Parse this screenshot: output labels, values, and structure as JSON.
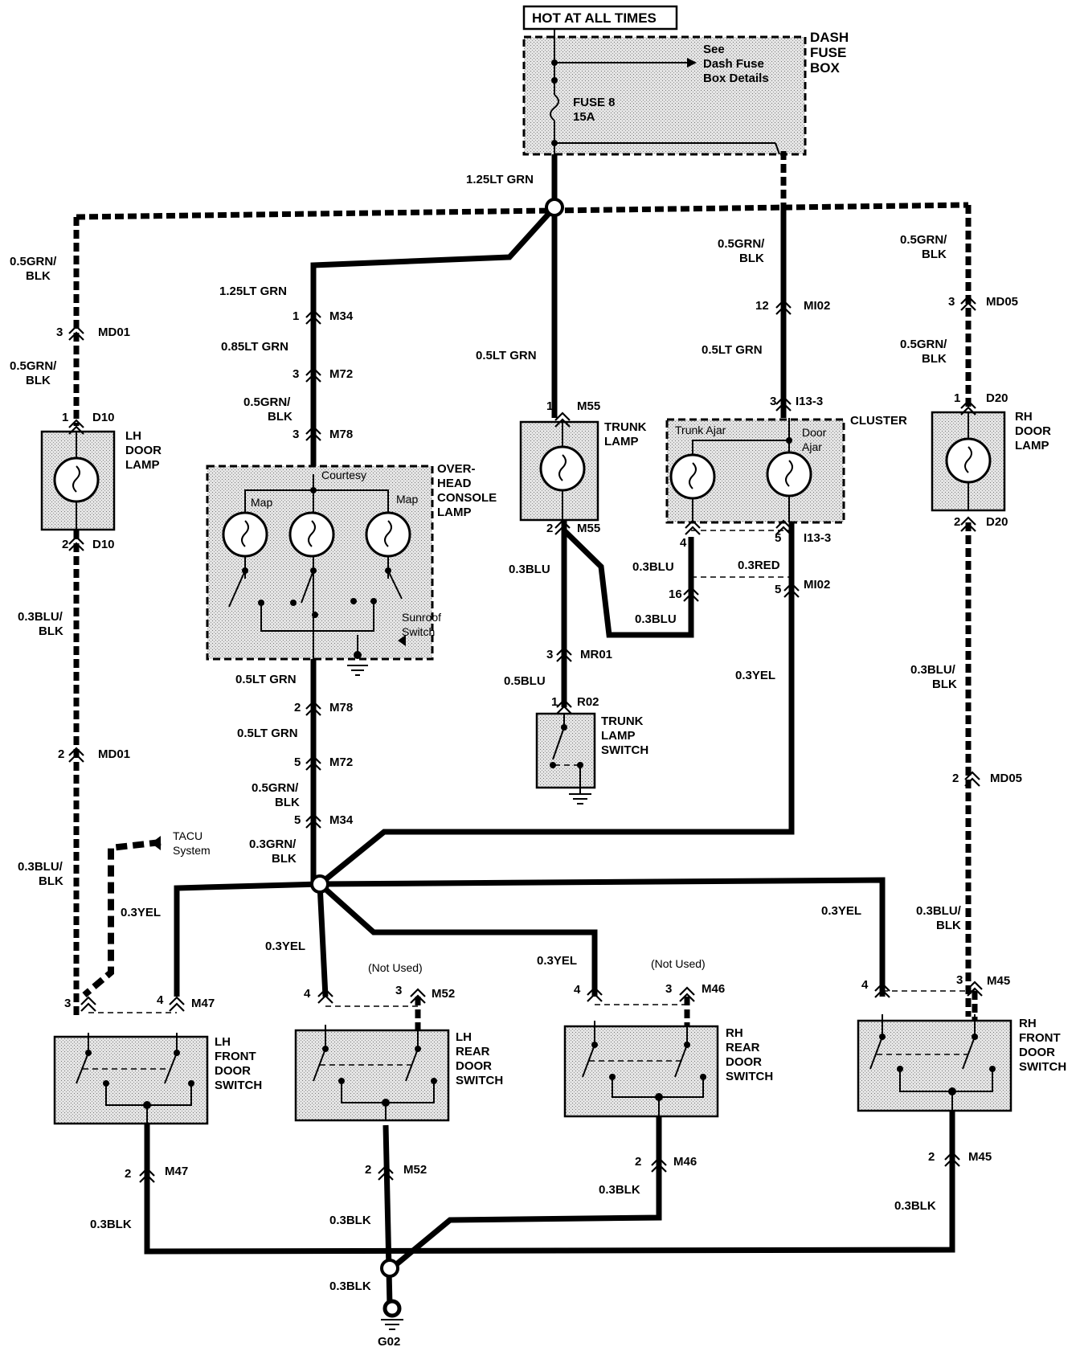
{
  "power": {
    "hot_label": "HOT AT ALL TIMES",
    "dash_fuse_box": [
      "DASH",
      "FUSE",
      "BOX"
    ],
    "see_details": [
      "See",
      "Dash Fuse",
      "Box Details"
    ],
    "fuse": [
      "FUSE 8",
      "15A"
    ]
  },
  "wires": {
    "main_feed": "1.25LT GRN",
    "lh_feed": [
      "0.5GRN/",
      "BLK"
    ],
    "overhead_feed": "1.25LT GRN",
    "overhead_m34": "0.85LT GRN",
    "overhead_m72": [
      "0.5GRN/",
      "BLK"
    ],
    "trunk_feed": "0.5LT GRN",
    "cluster_feed_top": [
      "0.5GRN/",
      "BLK"
    ],
    "cluster_feed": "0.5LT GRN",
    "rh_feed_top": [
      "0.5GRN/",
      "BLK"
    ],
    "rh_feed": [
      "0.5GRN/",
      "BLK"
    ],
    "lh_lamp_out": [
      "0.3BLU/",
      "BLK"
    ],
    "lh_lamp_out2": [
      "0.3BLU/",
      "BLK"
    ],
    "overhead_out": "0.5LT GRN",
    "overhead_out2": "0.5LT GRN",
    "overhead_out3": [
      "0.5GRN/",
      "BLK"
    ],
    "overhead_out4": [
      "0.3GRN/",
      "BLK"
    ],
    "trunk_out": "0.3BLU",
    "trunk_switch_feed": "0.5BLU",
    "cluster_trunk_out": "0.3BLU",
    "cluster_trunk_out2": "0.3BLU",
    "cluster_door_out": "0.3RED",
    "cluster_yel": "0.3YEL",
    "rh_lamp_out": [
      "0.3BLU/",
      "BLK"
    ],
    "rh_lamp_out2": [
      "0.3BLU/",
      "BLK"
    ],
    "yel_lhf": "0.3YEL",
    "yel_lhr": "0.3YEL",
    "yel_rhr": "0.3YEL",
    "yel_rhf": "0.3YEL",
    "blk_lhf": "0.3BLK",
    "blk_lhr": "0.3BLK",
    "blk_rhr": "0.3BLK",
    "blk_rhf": "0.3BLK",
    "blk_ground": "0.3BLK"
  },
  "connectors": {
    "md01": "MD01",
    "m34": "M34",
    "m72": "M72",
    "m78": "M78",
    "m55": "M55",
    "mi02": "MI02",
    "i13_3": "I13-3",
    "md05": "MD05",
    "d10": "D10",
    "d20": "D20",
    "mr01": "MR01",
    "r02": "R02",
    "m47": "M47",
    "m52": "M52",
    "m46": "M46",
    "m45": "M45",
    "g02": "G02"
  },
  "pins": {
    "p1": "1",
    "p2": "2",
    "p3": "3",
    "p4": "4",
    "p5": "5",
    "p12": "12",
    "p16": "16"
  },
  "components": {
    "lh_door_lamp": [
      "LH",
      "DOOR",
      "LAMP"
    ],
    "rh_door_lamp": [
      "RH",
      "DOOR",
      "LAMP"
    ],
    "overhead_console": [
      "OVER-",
      "HEAD",
      "CONSOLE",
      "LAMP"
    ],
    "courtesy": "Courtesy",
    "map": "Map",
    "sunroof_switch": [
      "Sunroof",
      "Switch"
    ],
    "trunk_lamp": [
      "TRUNK",
      "LAMP"
    ],
    "cluster": "CLUSTER",
    "trunk_ajar": "Trunk Ajar",
    "door_ajar": [
      "Door",
      "Ajar"
    ],
    "trunk_lamp_switch": [
      "TRUNK",
      "LAMP",
      "SWITCH"
    ],
    "tacu": [
      "TACU",
      "System"
    ],
    "lh_front_switch": [
      "LH",
      "FRONT",
      "DOOR",
      "SWITCH"
    ],
    "lh_rear_switch": [
      "LH",
      "REAR",
      "DOOR",
      "SWITCH"
    ],
    "rh_rear_switch": [
      "RH",
      "REAR",
      "DOOR",
      "SWITCH"
    ],
    "rh_front_switch": [
      "RH",
      "FRONT",
      "DOOR",
      "SWITCH"
    ],
    "not_used": "(Not Used)"
  }
}
